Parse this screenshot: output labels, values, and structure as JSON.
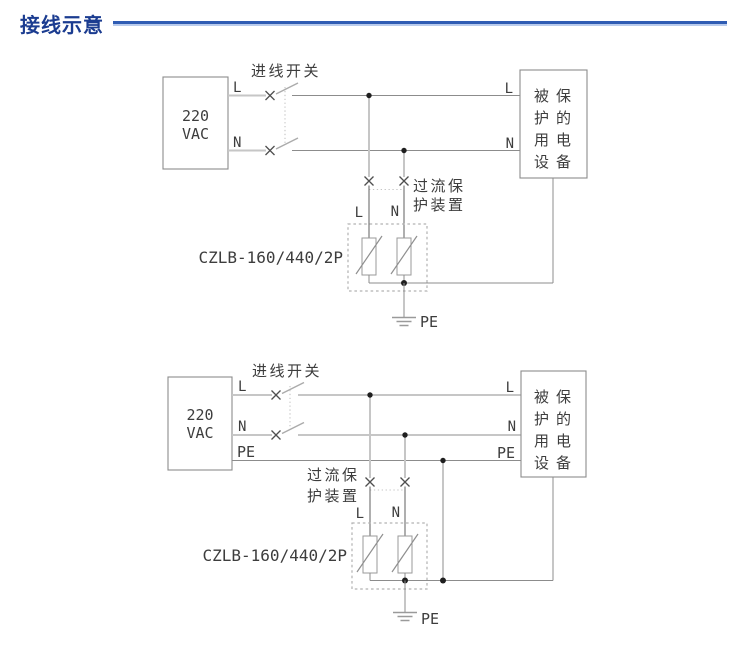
{
  "header": {
    "title": "接线示意"
  },
  "labels": {
    "source": [
      "220",
      "VAC"
    ],
    "line": "L",
    "neutral": "N",
    "pe": "PE",
    "incoming_switch": "进线开关",
    "overcurrent_protector": [
      "过流保",
      "护装置"
    ],
    "spd_model": "CZLB-160/440/2P",
    "protected_device": [
      "被保",
      "护的",
      "用电",
      "设备"
    ]
  },
  "colors": {
    "accent_title": "#1b3c90",
    "rule_dark": "#2f5cb3",
    "rule_light": "#b9cbec",
    "wire": "#8c8c8c",
    "feeder_wire": "#c6c6c6",
    "junction_dot": "#1f1f1f",
    "text": "#3d3d3d"
  }
}
